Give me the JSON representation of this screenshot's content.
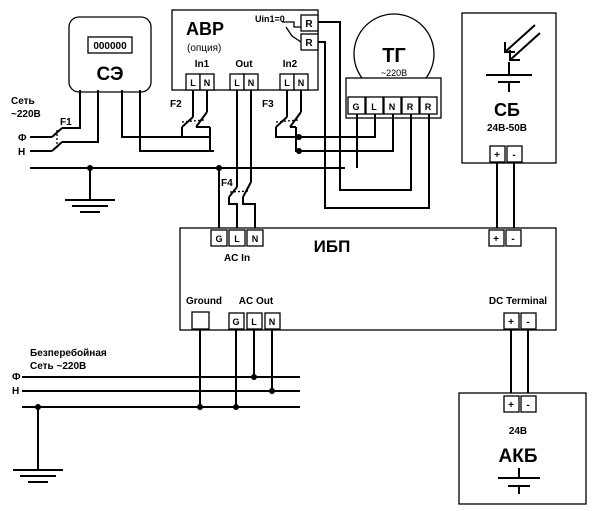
{
  "meter": {
    "display": "000000",
    "label": "СЭ"
  },
  "avr": {
    "title": "АВР",
    "subtitle": "(опция)",
    "uin": "Uin1=0",
    "relay": "R",
    "in1": "In1",
    "out": "Out",
    "in2": "In2",
    "L": "L",
    "N": "N"
  },
  "generator": {
    "label": "ТГ",
    "voltage": "~220В",
    "terms": [
      "G",
      "L",
      "N",
      "R",
      "R"
    ]
  },
  "solar": {
    "label": "СБ",
    "voltage": "24В-50В",
    "plus": "+",
    "minus": "-"
  },
  "mains": {
    "line1": "Сеть",
    "line2": "~220В",
    "phase": "Ф",
    "neutral": "Н"
  },
  "switches": {
    "f1": "F1",
    "f2": "F2",
    "f3": "F3",
    "f4": "F4"
  },
  "ups": {
    "title": "ИБП",
    "ac_in": "AC In",
    "ac_out": "AC Out",
    "ground": "Ground",
    "dc_terminal": "DC Terminal",
    "in_terms": [
      "G",
      "L",
      "N"
    ],
    "out_terms": [
      "G",
      "L",
      "N"
    ],
    "plus": "+",
    "minus": "-"
  },
  "ups_net": {
    "line1": "Безперебойная",
    "line2": "Сеть ~220В",
    "phase": "Ф",
    "neutral": "Н"
  },
  "battery": {
    "label": "АКБ",
    "voltage": "24В",
    "plus": "+",
    "minus": "-"
  }
}
